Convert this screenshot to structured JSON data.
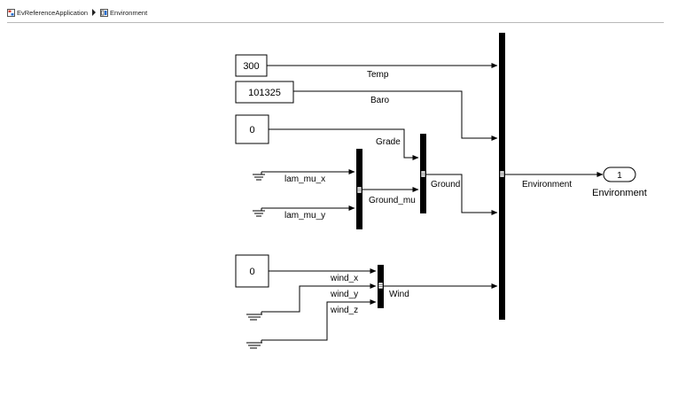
{
  "breadcrumb": {
    "items": [
      {
        "label": "EvReferenceApplication",
        "icon": "model-icon"
      },
      {
        "label": "Environment",
        "icon": "subsystem-icon"
      }
    ],
    "separator_icon": "triangle-right-icon"
  },
  "blocks": {
    "const_temp": "300",
    "const_baro": "101325",
    "const_grade": "0",
    "const_wind": "0",
    "outport_number": "1",
    "outport_name": "Environment"
  },
  "signals": {
    "temp": "Temp",
    "baro": "Baro",
    "grade": "Grade",
    "lam_mu_x": "lam_mu_x",
    "lam_mu_y": "lam_mu_y",
    "ground_mu": "Ground_mu",
    "ground": "Ground",
    "wind_x": "wind_x",
    "wind_y": "wind_y",
    "wind_z": "wind_z",
    "wind": "Wind",
    "environment": "Environment"
  }
}
